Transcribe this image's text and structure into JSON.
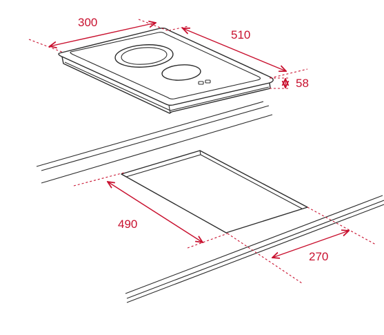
{
  "dimensions": {
    "width_top": "300",
    "depth_top": "510",
    "height": "58",
    "cutout_depth": "490",
    "cutout_width": "270"
  },
  "colors": {
    "dimension": "#c8102e",
    "line": "#2b2b2b",
    "background": "#ffffff"
  }
}
